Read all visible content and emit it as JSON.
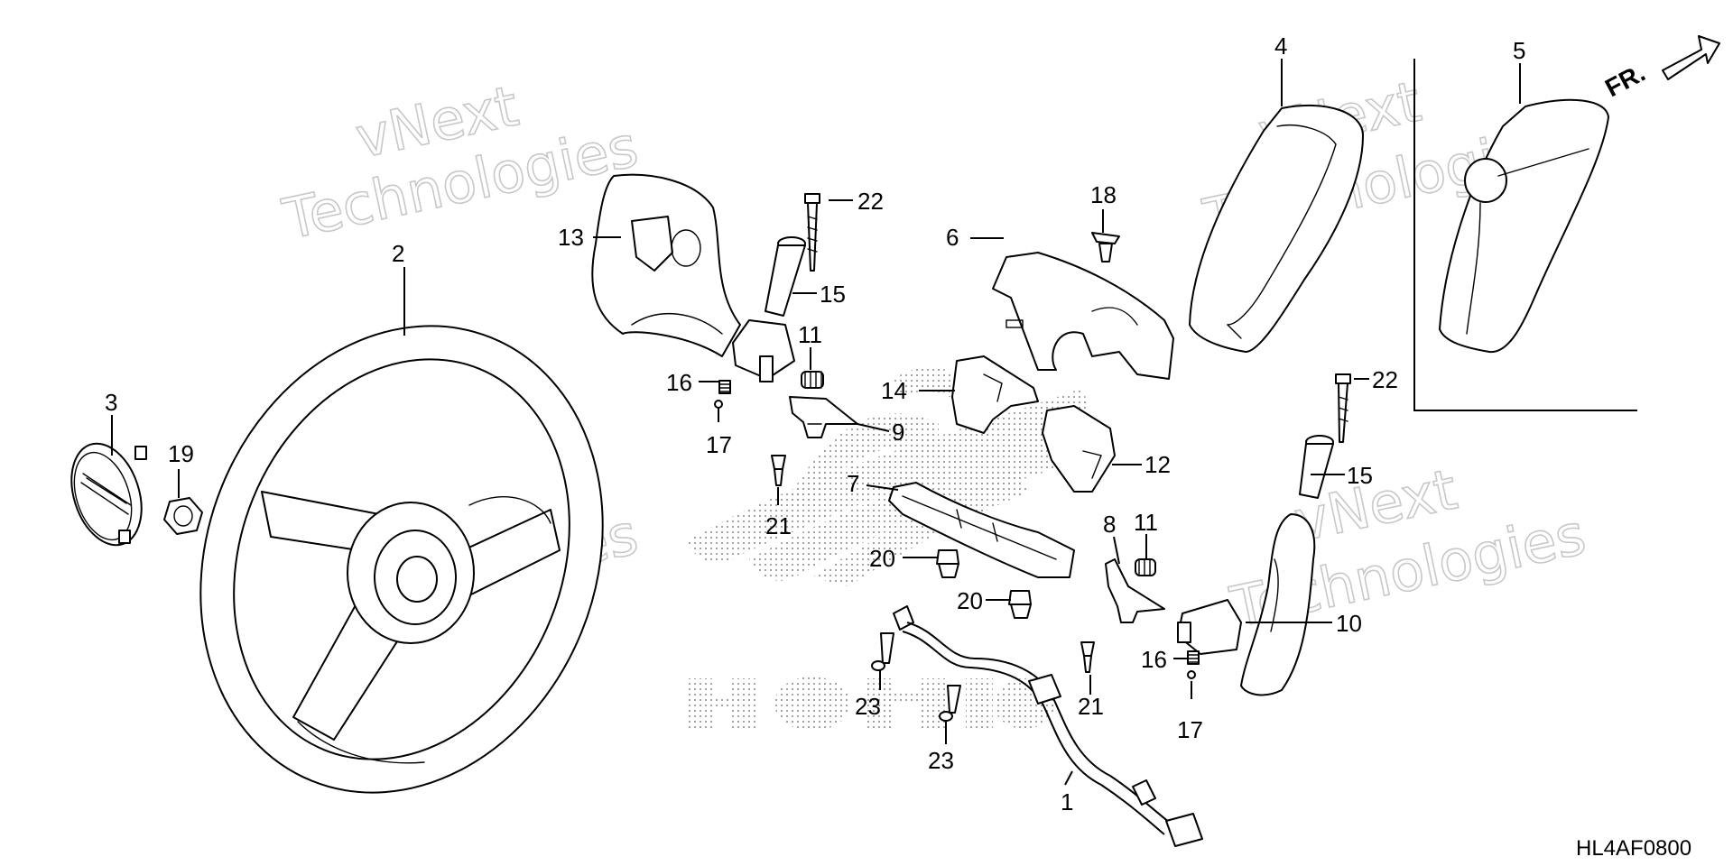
{
  "diagram": {
    "code": "HL4AF0800",
    "direction_label": "FR.",
    "watermark": {
      "line1": "vNext",
      "line2": "Technologies"
    },
    "callouts": {
      "c1": "1",
      "c2": "2",
      "c3": "3",
      "c4": "4",
      "c5": "5",
      "c6": "6",
      "c7": "7",
      "c8": "8",
      "c9": "9",
      "c10": "10",
      "c11a": "11",
      "c11b": "11",
      "c12": "12",
      "c13": "13",
      "c14": "14",
      "c15a": "15",
      "c15b": "15",
      "c16a": "16",
      "c16b": "16",
      "c17a": "17",
      "c17b": "17",
      "c18": "18",
      "c19": "19",
      "c20a": "20",
      "c20b": "20",
      "c21a": "21",
      "c21b": "21",
      "c22a": "22",
      "c22b": "22",
      "c23a": "23",
      "c23b": "23"
    }
  }
}
